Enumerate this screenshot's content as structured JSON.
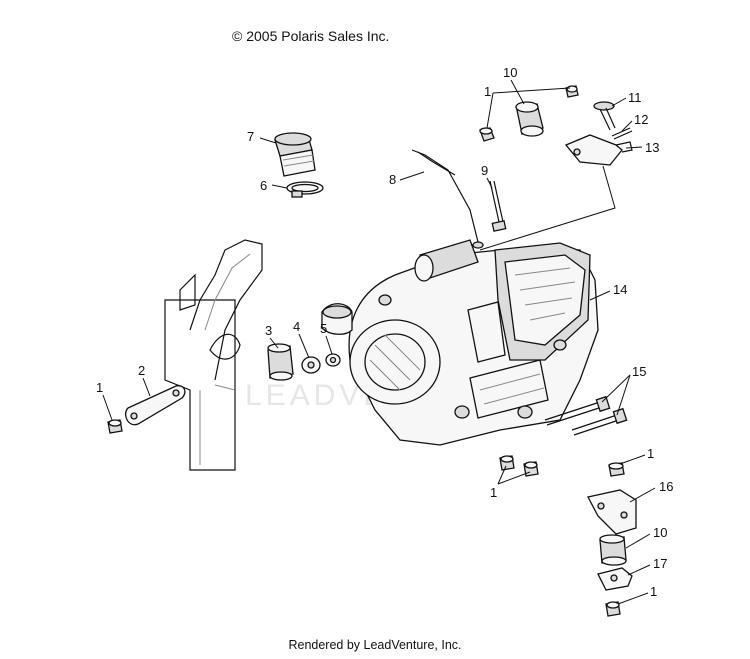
{
  "copyright": "© 2005 Polaris Sales Inc.",
  "footer": "Rendered by LeadVenture, Inc.",
  "watermark": "LEADVENTURE",
  "callouts": [
    {
      "id": "c1a",
      "text": "1"
    },
    {
      "id": "c10a",
      "text": "10"
    },
    {
      "id": "c11",
      "text": "11"
    },
    {
      "id": "c12",
      "text": "12"
    },
    {
      "id": "c13",
      "text": "13"
    },
    {
      "id": "c7",
      "text": "7"
    },
    {
      "id": "c6",
      "text": "6"
    },
    {
      "id": "c8",
      "text": "8"
    },
    {
      "id": "c9",
      "text": "9"
    },
    {
      "id": "c14",
      "text": "14"
    },
    {
      "id": "c3",
      "text": "3"
    },
    {
      "id": "c4",
      "text": "4"
    },
    {
      "id": "c5",
      "text": "5"
    },
    {
      "id": "c2",
      "text": "2"
    },
    {
      "id": "c1b",
      "text": "1"
    },
    {
      "id": "c15",
      "text": "15"
    },
    {
      "id": "c1c",
      "text": "1"
    },
    {
      "id": "c1d",
      "text": "1"
    },
    {
      "id": "c16",
      "text": "16"
    },
    {
      "id": "c10b",
      "text": "10"
    },
    {
      "id": "c17",
      "text": "17"
    },
    {
      "id": "c1e",
      "text": "1"
    }
  ]
}
